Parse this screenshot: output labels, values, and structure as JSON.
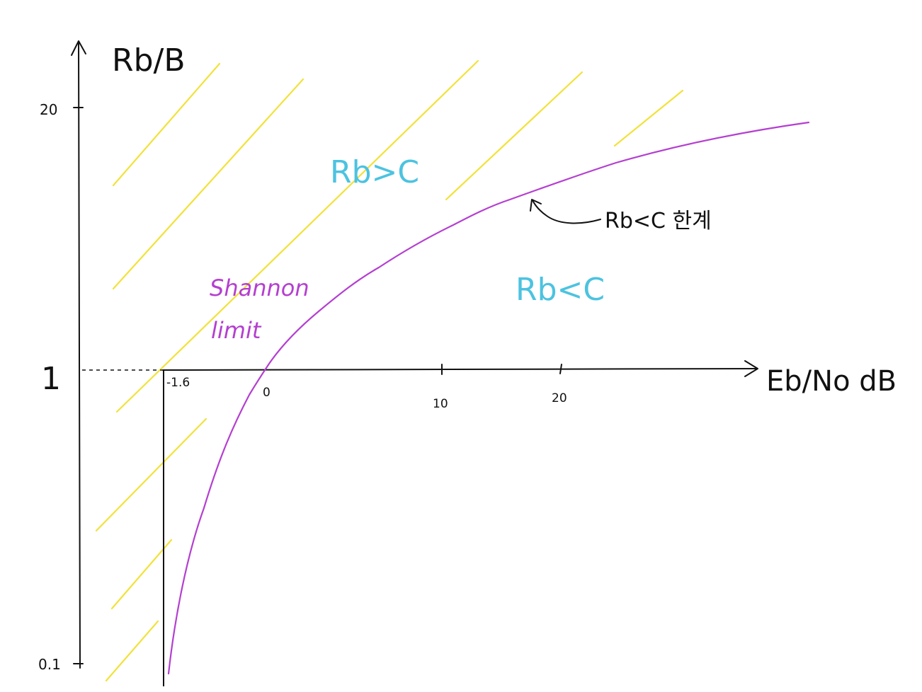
{
  "colors": {
    "axis": "#111111",
    "hatch": "#f2e23a",
    "curve": "#b43fd0",
    "region": "#4cc3e0",
    "shannon": "#b43fd0",
    "annotation": "#111111"
  },
  "y_axis": {
    "label": "Rb/B",
    "ticks": [
      {
        "label": "20"
      },
      {
        "label": "1"
      },
      {
        "label": "0.1"
      }
    ]
  },
  "x_axis": {
    "label": "Eb/No dB",
    "ticks": [
      {
        "label": "-1.6"
      },
      {
        "label": "0"
      },
      {
        "label": "10"
      },
      {
        "label": "20"
      }
    ]
  },
  "regions": {
    "above": "Rb>C",
    "below": "Rb<C"
  },
  "curve_annotation": "Rb<C 한계",
  "shannon_label": {
    "line1": "Shannon",
    "line2": "limit"
  }
}
